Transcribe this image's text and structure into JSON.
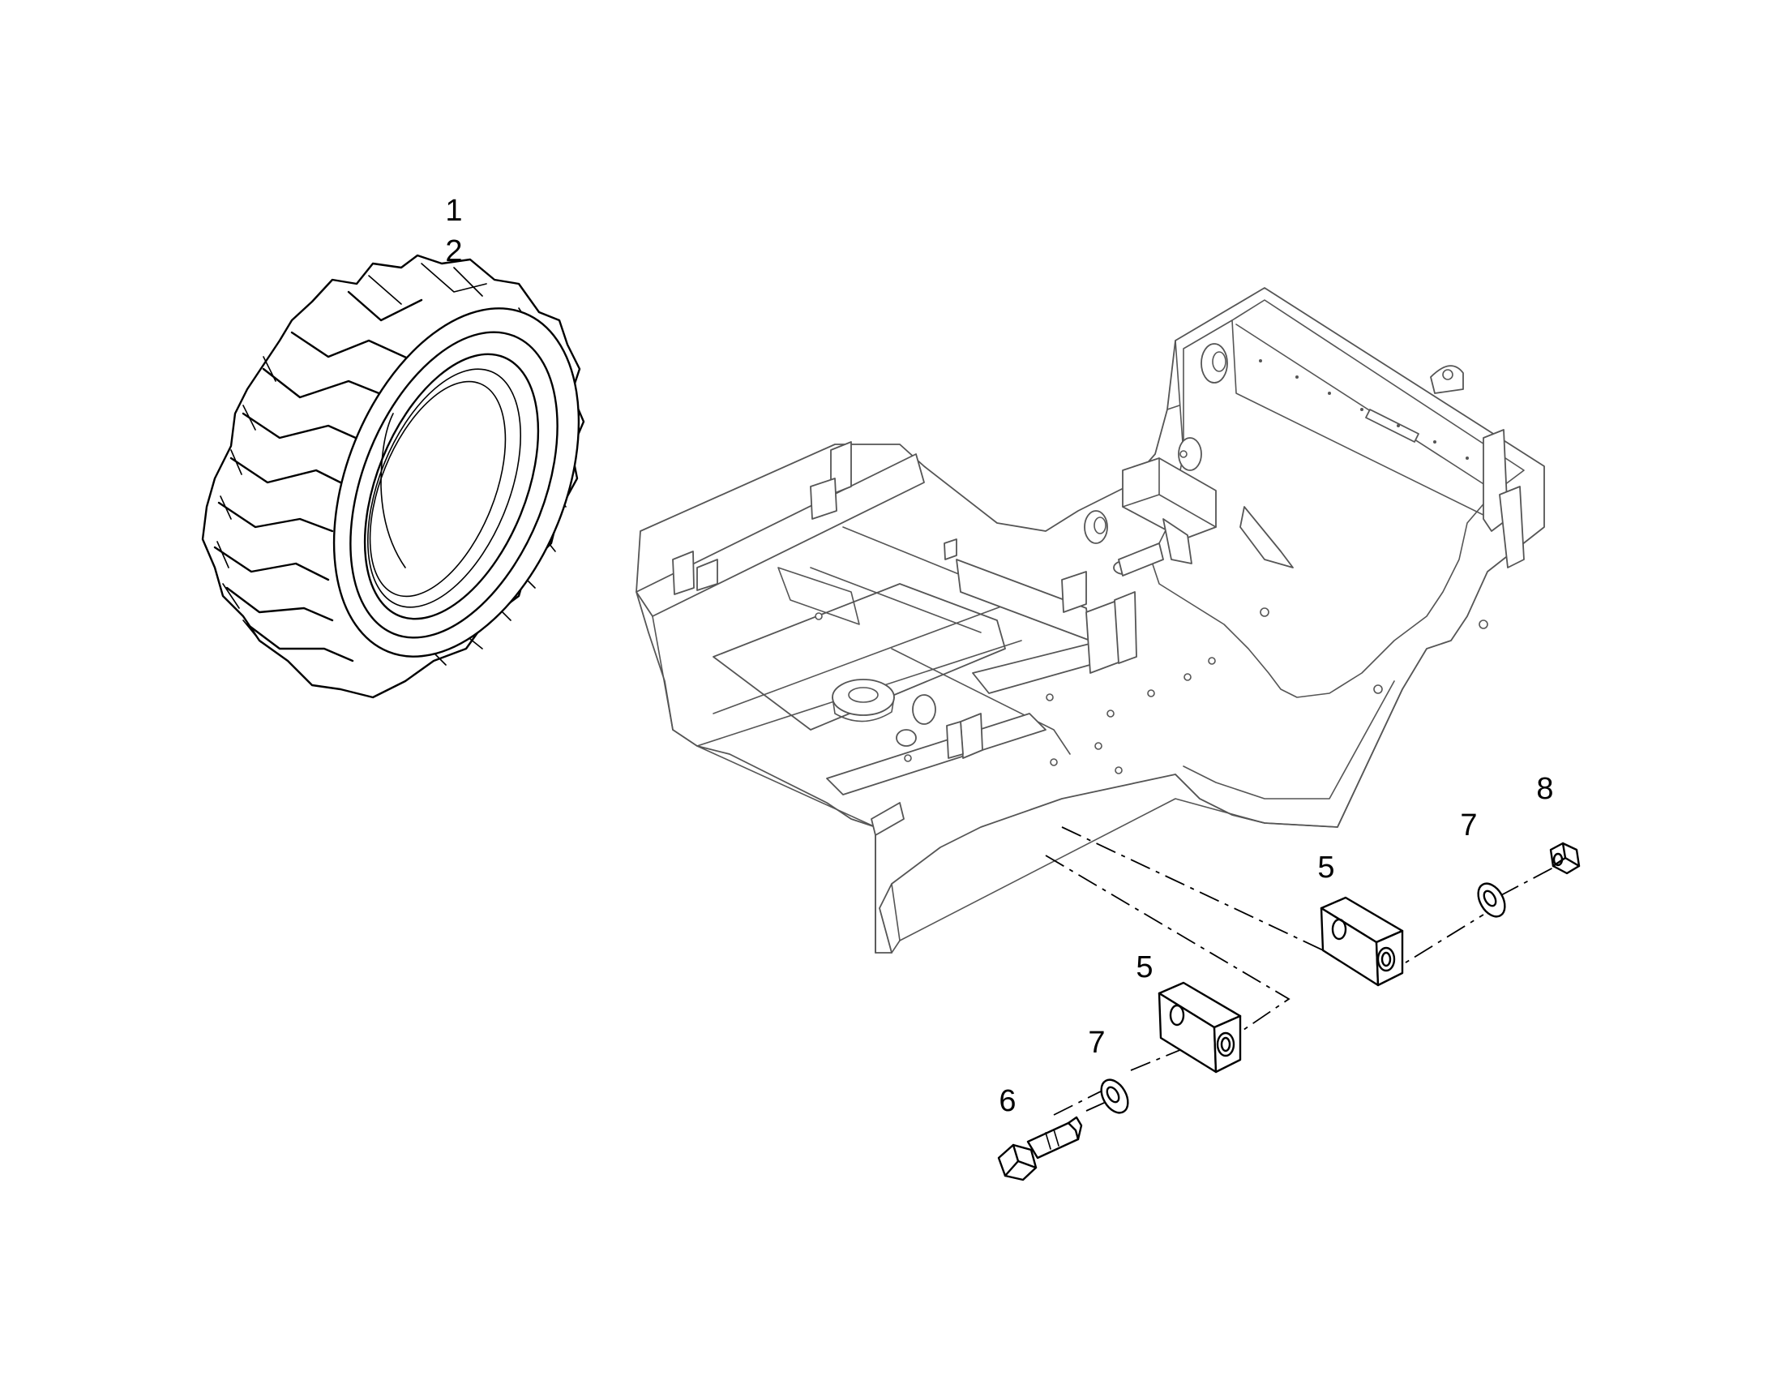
{
  "diagram": {
    "type": "exploded parts diagram",
    "callouts": {
      "tire_item": "1",
      "rim_item": "2",
      "block_upper": "5",
      "block_lower": "5",
      "bolt": "6",
      "washer_lower": "7",
      "washer_upper": "7",
      "nut": "8"
    }
  }
}
